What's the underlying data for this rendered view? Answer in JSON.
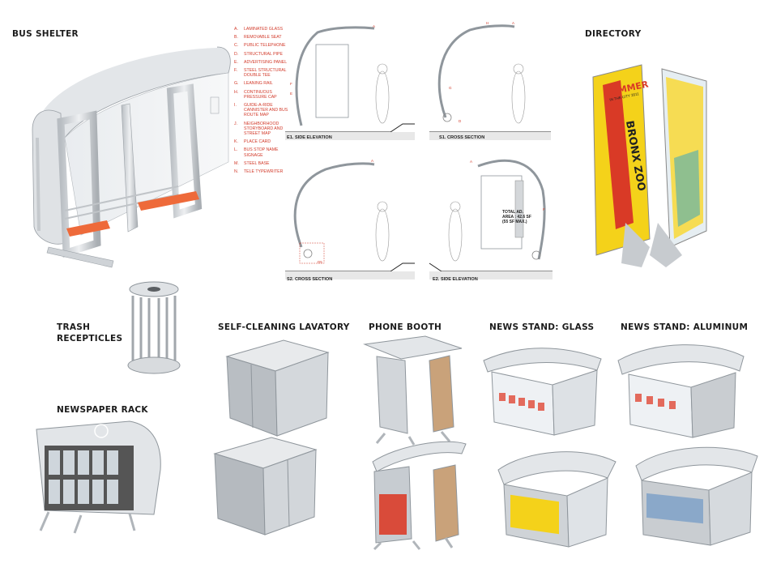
{
  "labels": {
    "bus_shelter": "BUS SHELTER",
    "directory": "DIRECTORY",
    "trash": "TRASH\nRECEPTICLES",
    "newspaper_rack": "NEWSPAPER RACK",
    "lavatory": "SELF-CLEANING LAVATORY",
    "phone_booth": "PHONE BOOTH",
    "news_glass": "NEWS STAND: GLASS",
    "news_aluminum": "NEWS STAND: ALUMINUM"
  },
  "legend": [
    {
      "key": "A.",
      "text": "LAMINATED GLASS"
    },
    {
      "key": "B.",
      "text": "REMOVABLE SEAT"
    },
    {
      "key": "C.",
      "text": "PUBLIC TELEPHONE"
    },
    {
      "key": "D.",
      "text": "STRUCTURAL PIPE"
    },
    {
      "key": "E.",
      "text": "ADVERTISING PANEL"
    },
    {
      "key": "F.",
      "text": "STEEL STRUCTURAL DOUBLE TEE"
    },
    {
      "key": "G.",
      "text": "LEANING RAIL"
    },
    {
      "key": "H.",
      "text": "CONTINUOUS PRESSURE CAP"
    },
    {
      "key": "I.",
      "text": "GUIDE-A-RIDE CANNISTER AND BUS ROUTE MAP"
    },
    {
      "key": "J.",
      "text": "NEIGHBORHOOD STORYBOARD AND STREET MAP"
    },
    {
      "key": "K.",
      "text": "PLACE CARD"
    },
    {
      "key": "L.",
      "text": "BUS STOP NAME SIGNAGE"
    },
    {
      "key": "M.",
      "text": "STEEL BASE"
    },
    {
      "key": "N.",
      "text": "TELE TYPEWRITER"
    }
  ],
  "drawings": {
    "e1": "E1. SIDE ELEVATION",
    "s1": "S1. CROSS SECTION",
    "s2": "S2. CROSS SECTION",
    "e2": "E2. SIDE ELEVATION",
    "total_ad": "TOTAL AD.\nAREA : 42.6 SF\n(55 SF MAX.)",
    "d5": "D5"
  },
  "directory_panel": {
    "line1": "SUMMER",
    "line2": "IN THE CITY 2011",
    "line3": "BRONX ZOO"
  },
  "colors": {
    "seat": "#ee6a3a",
    "steel": "#c9cdd1",
    "red_annotation": "#d23a2a",
    "ad_yellow": "#f4d21a"
  }
}
